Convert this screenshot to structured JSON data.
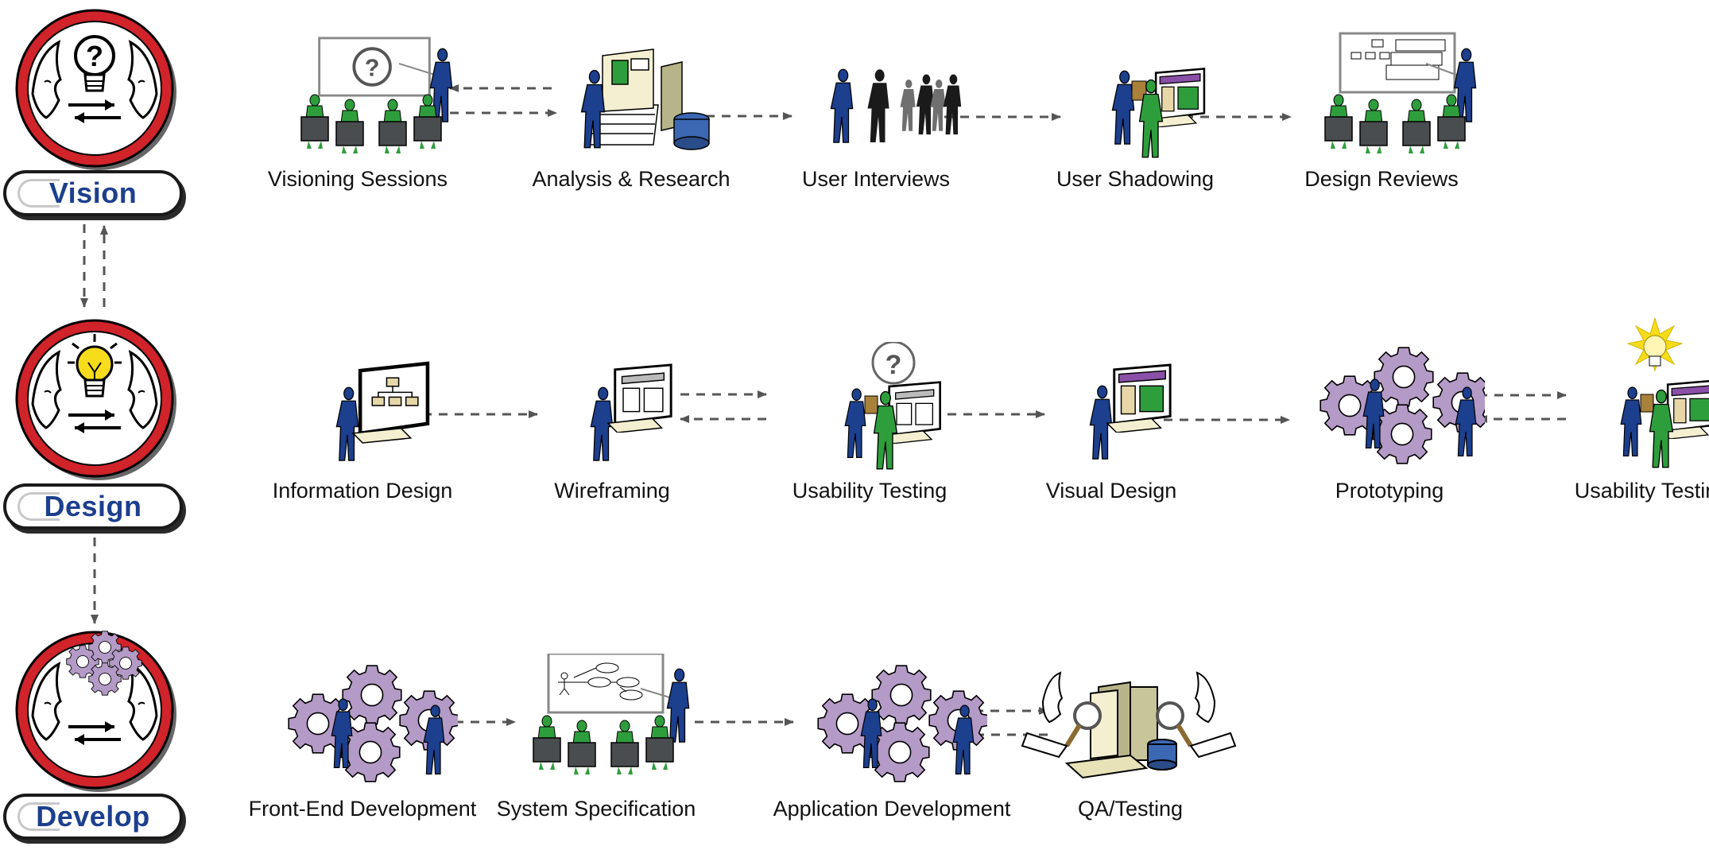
{
  "phases": [
    {
      "name": "Vision",
      "icon": "question-bulb-icon"
    },
    {
      "name": "Design",
      "icon": "lightbulb-icon"
    },
    {
      "name": "Develop",
      "icon": "gears-icon"
    }
  ],
  "rows": [
    {
      "phase": "Vision",
      "steps": [
        {
          "label": "Visioning Sessions",
          "icon": "presentation-question-icon"
        },
        {
          "label": "Analysis & Research",
          "icon": "analysis-research-icon"
        },
        {
          "label": "User Interviews",
          "icon": "interview-group-icon"
        },
        {
          "label": "User Shadowing",
          "icon": "shadowing-icon"
        },
        {
          "label": "Design Reviews",
          "icon": "design-review-icon"
        }
      ]
    },
    {
      "phase": "Design",
      "steps": [
        {
          "label": "Information Design",
          "icon": "information-design-icon"
        },
        {
          "label": "Wireframing",
          "icon": "wireframing-icon"
        },
        {
          "label": "Usability Testing",
          "icon": "usability-testing-icon"
        },
        {
          "label": "Visual Design",
          "icon": "visual-design-icon"
        },
        {
          "label": "Prototyping",
          "icon": "prototyping-icon"
        },
        {
          "label": "Usability Testing",
          "icon": "usability-testing-bulb-icon"
        }
      ]
    },
    {
      "phase": "Develop",
      "steps": [
        {
          "label": "Front-End Development",
          "icon": "frontend-dev-icon"
        },
        {
          "label": "System Specification",
          "icon": "system-spec-icon"
        },
        {
          "label": "Application Development",
          "icon": "app-dev-icon"
        },
        {
          "label": "QA/Testing",
          "icon": "qa-testing-icon"
        }
      ]
    }
  ],
  "colors": {
    "figure_blue": "#1c3f8e",
    "figure_green": "#2e9e3c",
    "gear_purple": "#b49ac6",
    "medal_red": "#d0232a",
    "arrow_gray": "#555555",
    "bulb_yellow": "#f6dc1a"
  }
}
